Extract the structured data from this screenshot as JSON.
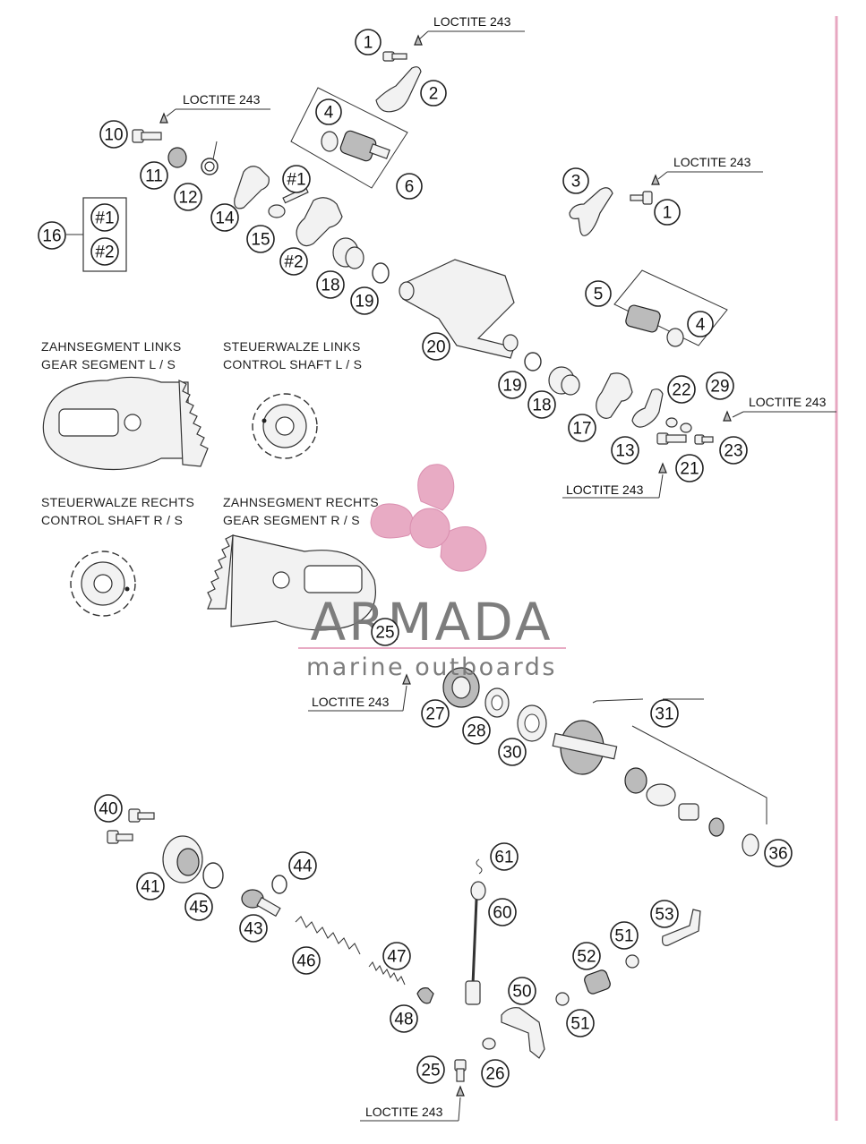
{
  "callout_label": "LOCTITE 243",
  "group_bracket_labels": [
    "#1",
    "#2"
  ],
  "sections": [
    {
      "line1": "ZAHNSEGMENT LINKS",
      "line2": "GEAR SEGMENT L / S"
    },
    {
      "line1": "STEUERWALZE LINKS",
      "line2": "CONTROL SHAFT L / S"
    },
    {
      "line1": "STEUERWALZE RECHTS",
      "line2": "CONTROL SHAFT R / S"
    },
    {
      "line1": "ZAHNSEGMENT RECHTS",
      "line2": "GEAR SEGMENT R / S"
    }
  ],
  "watermark": {
    "brand": "ARMADA",
    "tagline": "marine outboards",
    "accent_color": "#e7a7c1",
    "text_color": "#777777"
  },
  "part_numbers": [
    "1",
    "2",
    "3",
    "4",
    "5",
    "6",
    "10",
    "11",
    "12",
    "13",
    "14",
    "15",
    "16",
    "17",
    "18",
    "19",
    "20",
    "21",
    "22",
    "23",
    "25",
    "26",
    "27",
    "28",
    "29",
    "30",
    "31",
    "36",
    "40",
    "41",
    "43",
    "44",
    "45",
    "46",
    "47",
    "48",
    "50",
    "51",
    "52",
    "53",
    "60",
    "61",
    "#1",
    "#2"
  ],
  "colors": {
    "frame_line": "#e7a7c1",
    "ink": "#222222"
  }
}
